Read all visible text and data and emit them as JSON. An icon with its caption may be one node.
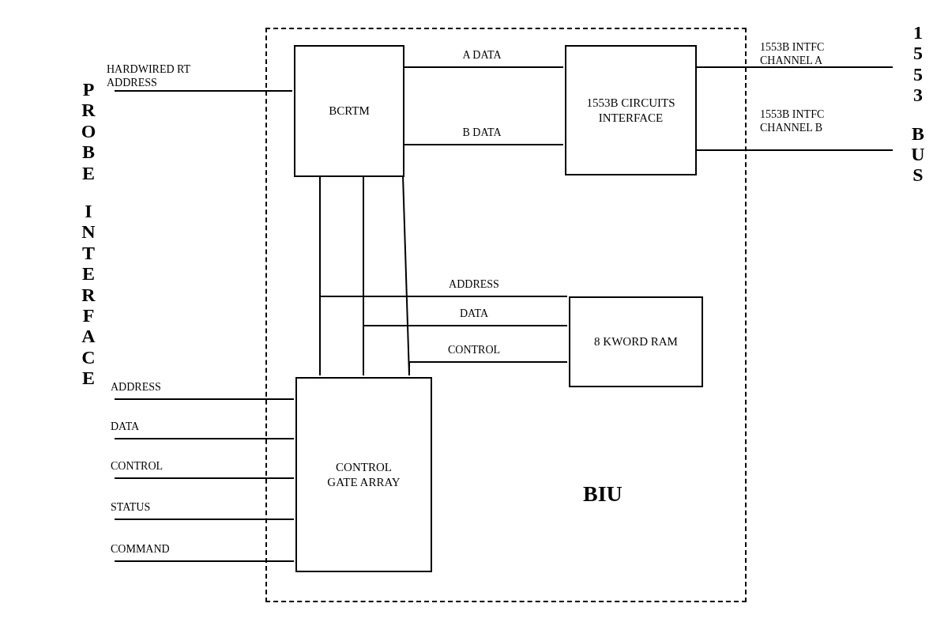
{
  "diagram": {
    "nodes": [
      {
        "text": [
          "BIU"
        ]
      },
      {
        "text": [
          "BCRTM"
        ],
        "in": 0
      },
      {
        "text": [
          "1553B CIRCUITS INTERFACE"
        ],
        "in": 0
      },
      {
        "text": [
          "8 KWORD RAM"
        ],
        "in": 0
      },
      {
        "text": [
          "CONTROL GATE ARRAY"
        ],
        "in": 0
      }
    ],
    "edges": [
      {
        "from": null,
        "to": 1,
        "arrow": "none",
        "label": "HARDWIRED RT ADDRESS"
      },
      {
        "from": 1,
        "to": 2,
        "arrow": "none",
        "label": "A DATA"
      },
      {
        "from": 1,
        "to": 2,
        "arrow": "none",
        "label": "B DATA"
      },
      {
        "from": 2,
        "to": null,
        "arrow": "none",
        "label": "1553B INTFC CHANNEL A"
      },
      {
        "from": 2,
        "to": null,
        "arrow": "none",
        "label": "1553B INTFC CHANNEL B"
      },
      {
        "from": 1,
        "to": 4,
        "arrow": "none"
      },
      {
        "from": 1,
        "to": 4,
        "arrow": "none"
      },
      {
        "from": 1,
        "to": 4,
        "arrow": "none"
      },
      {
        "from": 4,
        "to": 3,
        "arrow": "none",
        "label": "ADDRESS"
      },
      {
        "from": 4,
        "to": 3,
        "arrow": "none",
        "label": "DATA"
      },
      {
        "from": 4,
        "to": 3,
        "arrow": "none",
        "label": "CONTROL"
      },
      {
        "from": null,
        "to": 4,
        "arrow": "none",
        "label": "ADDRESS"
      },
      {
        "from": null,
        "to": 4,
        "arrow": "none",
        "label": "DATA"
      },
      {
        "from": null,
        "to": 4,
        "arrow": "none",
        "label": "CONTROL"
      },
      {
        "from": null,
        "to": 4,
        "arrow": "none",
        "label": "STATUS"
      },
      {
        "from": null,
        "to": 4,
        "arrow": "none",
        "label": "COMMAND"
      }
    ],
    "labels": [
      "PROBE INTERFACE",
      "1553 BUS"
    ]
  }
}
